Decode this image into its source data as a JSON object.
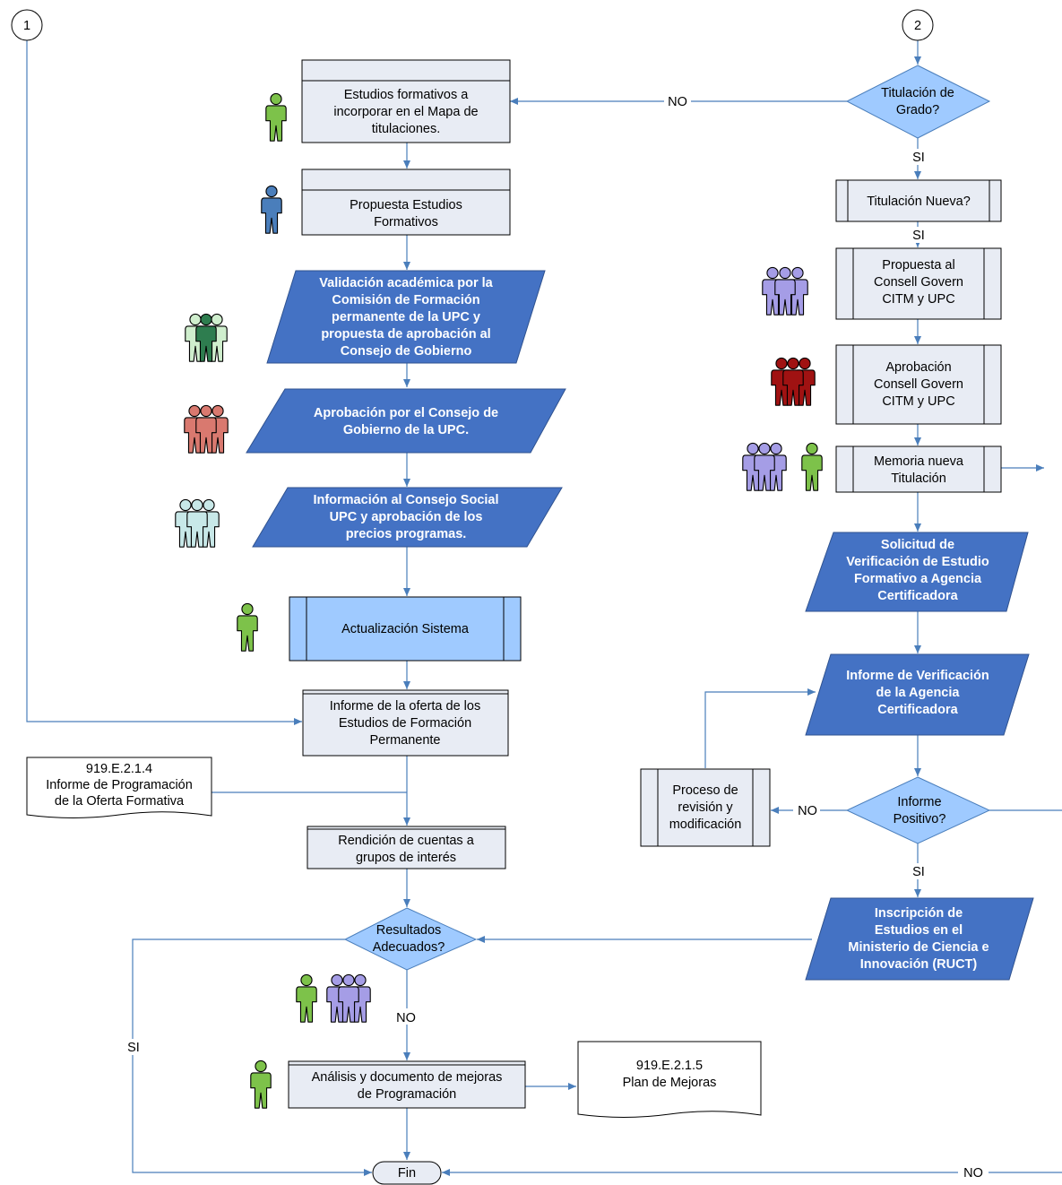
{
  "connectors": {
    "c1": "1",
    "c2": "2"
  },
  "left": {
    "estudios": [
      "Estudios formativos a",
      "incorporar en el Mapa de",
      "titulaciones."
    ],
    "propuesta": [
      "Propuesta Estudios",
      "Formativos"
    ],
    "validacion": [
      "Validación académica por la",
      "Comisión de Formación",
      "permanente de la UPC y",
      "propuesta de aprobación al",
      "Consejo de Gobierno"
    ],
    "aprobacion": [
      "Aprobación por el Consejo de",
      "Gobierno de la UPC."
    ],
    "informacion": [
      "Información al Consejo Social",
      "UPC y aprobación de los",
      "precios programas."
    ],
    "actualizacion": "Actualización Sistema",
    "informe_oferta": [
      "Informe de la oferta de los",
      "Estudios de Formación",
      "Permanente"
    ],
    "doc_programacion": [
      "919.E.2.1.4",
      "Informe de Programación",
      "de la Oferta Formativa"
    ],
    "rendicion": [
      "Rendición de cuentas a",
      "grupos de interés"
    ],
    "resultados": [
      "Resultados",
      "Adecuados?"
    ],
    "analisis": [
      "Análisis y documento de mejoras",
      "de Programación"
    ],
    "doc_mejoras": [
      "919.E.2.1.5",
      "Plan de Mejoras"
    ],
    "fin": "Fin"
  },
  "right": {
    "titulacion_grado": [
      "Titulación de",
      "Grado?"
    ],
    "titulacion_nueva": "Titulación Nueva?",
    "propuesta_consell": [
      "Propuesta al",
      "Consell Govern",
      "CITM y UPC"
    ],
    "aprobacion_consell": [
      "Aprobación",
      "Consell Govern",
      "CITM y UPC"
    ],
    "memoria": [
      "Memoria nueva",
      "Titulación"
    ],
    "solicitud": [
      "Solicitud de",
      "Verificación de Estudio",
      "Formativo a Agencia",
      "Certificadora"
    ],
    "informe_verif": [
      "Informe de Verificación",
      "de la Agencia",
      "Certificadora"
    ],
    "proceso": [
      "Proceso de",
      "revisión y",
      "modificación"
    ],
    "informe_positivo": [
      "Informe",
      "Positivo?"
    ],
    "inscripcion": [
      "Inscripción de",
      "Estudios en el",
      "Ministerio de Ciencia e",
      "Innovación (RUCT)"
    ]
  },
  "edge_labels": {
    "no": "NO",
    "si": "SI"
  },
  "colors": {
    "connector": "#4a7ebb",
    "dark_fill": "#4472c4",
    "light_fill": "#9fcaff",
    "decision_fill": "#9fcaff",
    "process_fill": "#e8ecf4",
    "person_green": "#7dc24a",
    "person_blue": "#4a7ebb",
    "person_lightgreen": "#cfeecd",
    "person_darkgreen": "#2e7d4f",
    "person_salmon": "#d9796f",
    "person_lightcyan": "#c8e8e8",
    "person_lavender": "#a59de6",
    "person_darkred": "#a01212"
  }
}
